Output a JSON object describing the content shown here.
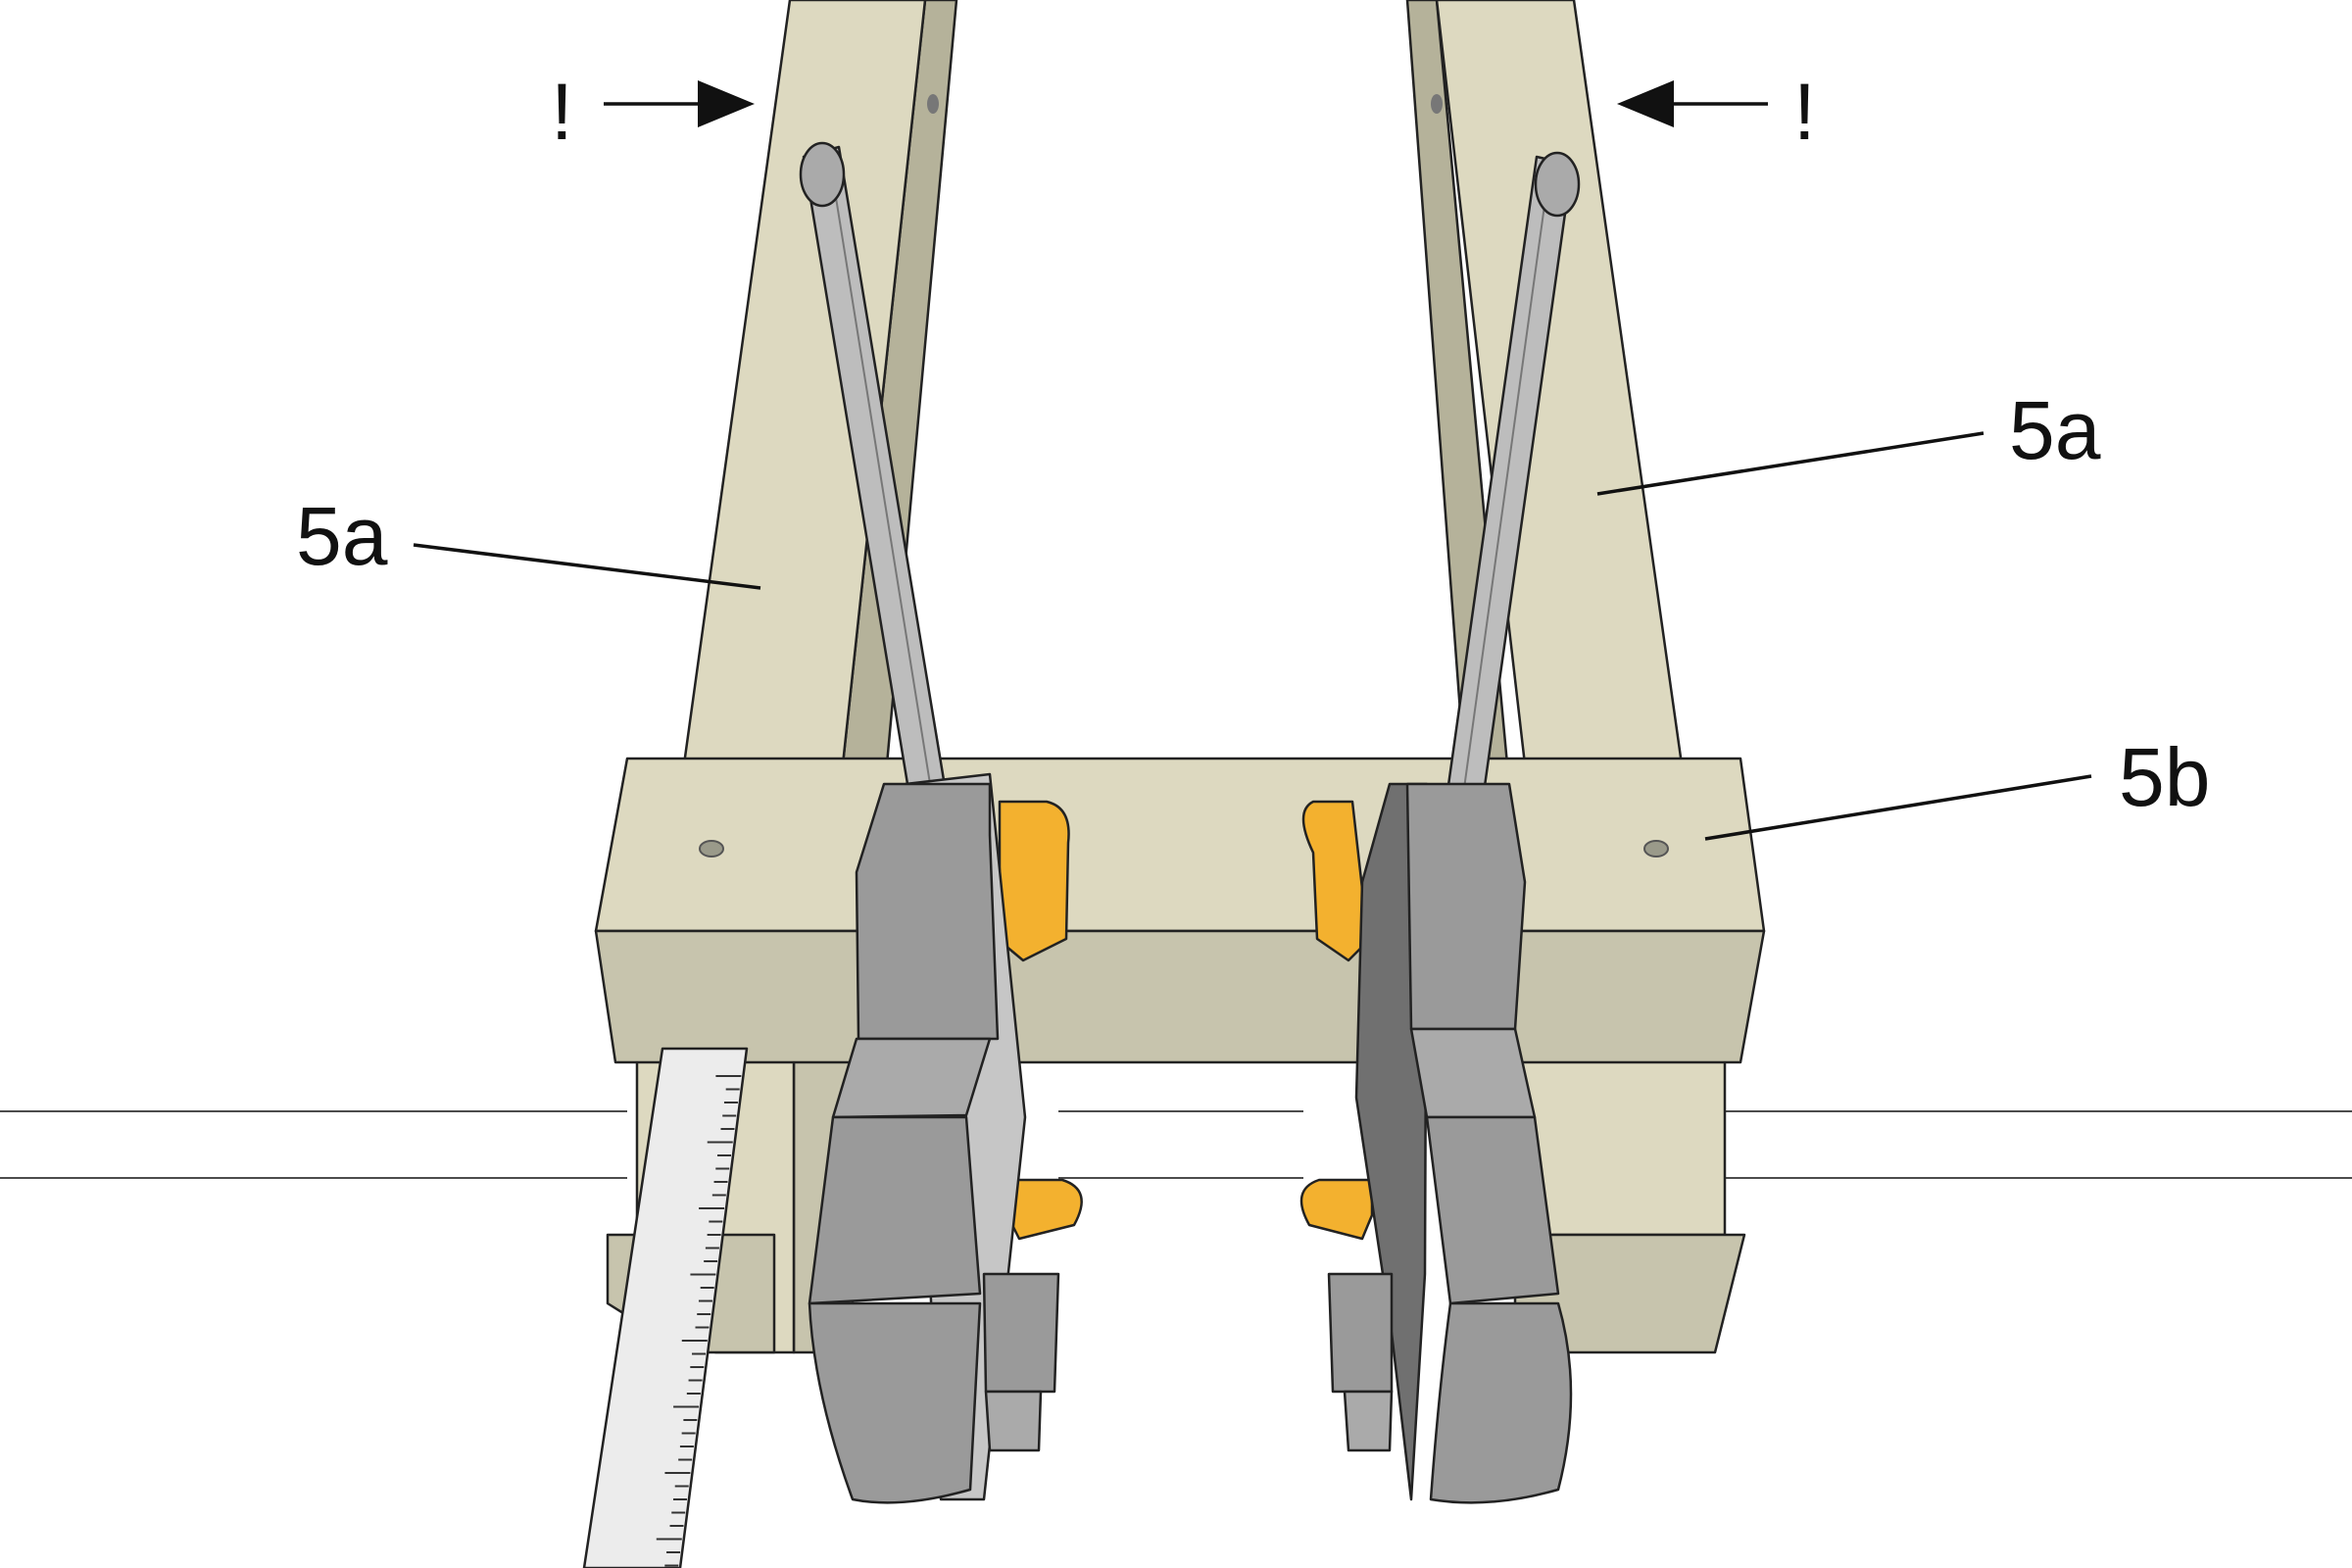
{
  "labels": {
    "leg_left": "5a",
    "leg_right": "5a",
    "crossbar": "5b"
  },
  "markers": {
    "left": "!",
    "right": "!"
  },
  "colors": {
    "wood_light": "#ddd9c0",
    "wood_mid": "#c7c4ad",
    "wood_dark": "#b5b29a",
    "clamp_light": "#aaaaaa",
    "clamp_mid": "#9a9a9a",
    "clamp_dark": "#707070",
    "clamp_pale": "#c6c6c6",
    "bar": "#bdbdbd",
    "pad_orange": "#f3b12f",
    "ruler": "#ececec"
  },
  "icons": [
    "arrow-right-icon",
    "arrow-left-icon",
    "ruler-icon",
    "clamp-icon"
  ]
}
